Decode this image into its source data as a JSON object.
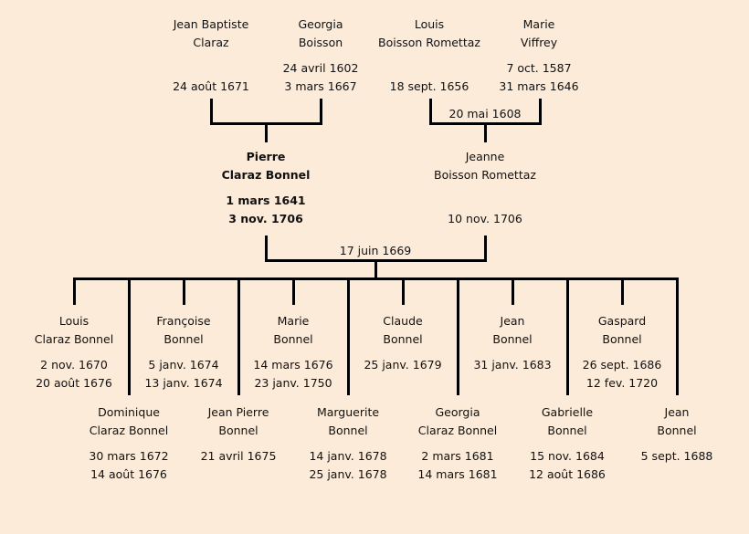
{
  "grandparents": {
    "paternal": {
      "father": {
        "first": "Jean Baptiste",
        "last": "Claraz",
        "birth": "",
        "death": "24 août 1671"
      },
      "mother": {
        "first": "Georgia",
        "last": "Boisson",
        "birth": "24 avril 1602",
        "death": "3 mars 1667"
      },
      "marriage": ""
    },
    "maternal": {
      "father": {
        "first": "Louis",
        "last": "Boisson Romettaz",
        "birth": "",
        "death": "18 sept. 1656"
      },
      "mother": {
        "first": "Marie",
        "last": "Viffrey",
        "birth": "7 oct. 1587",
        "death": "31 mars 1646"
      },
      "marriage": "20 mai 1608"
    }
  },
  "parents": {
    "father": {
      "first": "Pierre",
      "last": "Claraz Bonnel",
      "birth": "1 mars 1641",
      "death": "3 nov. 1706"
    },
    "mother": {
      "first": "Jeanne",
      "last": "Boisson Romettaz",
      "birth": "",
      "death": "10 nov. 1706"
    },
    "marriage": "17 juin 1669"
  },
  "children": [
    {
      "first": "Louis",
      "last": "Claraz Bonnel",
      "birth": "2 nov. 1670",
      "death": "20 août 1676"
    },
    {
      "first": "Dominique",
      "last": "Claraz Bonnel",
      "birth": "30 mars 1672",
      "death": "14 août 1676"
    },
    {
      "first": "Françoise",
      "last": "Bonnel",
      "birth": "5 janv. 1674",
      "death": "13 janv. 1674"
    },
    {
      "first": "Jean Pierre",
      "last": "Bonnel",
      "birth": "21 avril 1675",
      "death": ""
    },
    {
      "first": "Marie",
      "last": "Bonnel",
      "birth": "14 mars 1676",
      "death": "23 janv. 1750"
    },
    {
      "first": "Marguerite",
      "last": "Bonnel",
      "birth": "14 janv. 1678",
      "death": "25 janv. 1678"
    },
    {
      "first": "Claude",
      "last": "Bonnel",
      "birth": "25 janv. 1679",
      "death": ""
    },
    {
      "first": "Georgia",
      "last": "Claraz Bonnel",
      "birth": "2 mars 1681",
      "death": "14 mars 1681"
    },
    {
      "first": "Jean",
      "last": "Bonnel",
      "birth": "31 janv. 1683",
      "death": ""
    },
    {
      "first": "Gabrielle",
      "last": "Bonnel",
      "birth": "15 nov. 1684",
      "death": "12 août 1686"
    },
    {
      "first": "Gaspard",
      "last": "Bonnel",
      "birth": "26 sept. 1686",
      "death": "12 fev. 1720"
    },
    {
      "first": "Jean",
      "last": "Bonnel",
      "birth": "5 sept. 1688",
      "death": ""
    }
  ]
}
